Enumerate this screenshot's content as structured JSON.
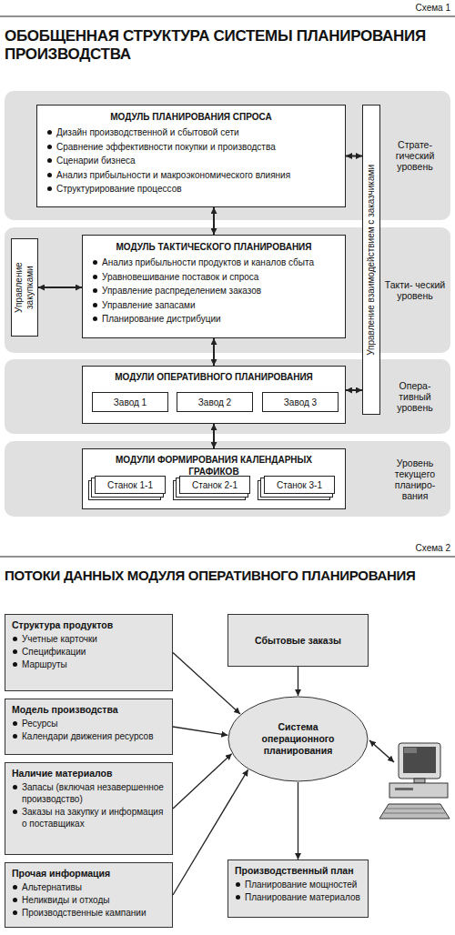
{
  "diagram": {
    "nodes": [
      {
        "text": [
          "Страте- гический уровень"
        ]
      },
      {
        "text": [
          "МОДУЛЬ ПЛАНИРОВАНИЯ СПРОСА",
          "Дизайн производственной и сбытовой сети",
          "Сравнение эффективности покупки и производства",
          "Сценарии бизнеса",
          "Анализ прибыльности и макроэкономического влияния",
          "Структурирование процессов"
        ],
        "in": 0
      },
      {
        "text": [
          "Управление взаимодействием с заказчиками"
        ]
      },
      {
        "text": [
          "Такти- ческий уровень"
        ]
      },
      {
        "text": [
          "Управление закупками"
        ],
        "in": 3
      },
      {
        "text": [
          "МОДУЛЬ ТАКТИЧЕСКОГО ПЛАНИРОВАНИЯ",
          "Анализ прибыльности продуктов и каналов сбыта",
          "Уравновешивание поставок и спроса",
          "Управление распределением заказов",
          "Управление запасами",
          "Планирование дистрибуции"
        ],
        "in": 3
      },
      {
        "text": [
          "Опера- тивный уровень"
        ]
      },
      {
        "text": [
          "МОДУЛИ ОПЕРАТИВНОГО ПЛАНИРОВАНИЯ"
        ],
        "in": 6
      },
      {
        "text": [
          "Завод 1"
        ],
        "in": 7
      },
      {
        "text": [
          "Завод 2"
        ],
        "in": 7
      },
      {
        "text": [
          "Завод 3"
        ],
        "in": 7
      },
      {
        "text": [
          "Уровень текущего планиро- вания"
        ]
      },
      {
        "text": [
          "МОДУЛИ ФОРМИРОВАНИЯ КАЛЕНДАРНЫХ ГРАФИКОВ"
        ],
        "in": 11
      },
      {
        "text": [
          "Станок 1-1"
        ],
        "in": 12
      },
      {
        "text": [
          "Станок 2-1"
        ],
        "in": 12
      },
      {
        "text": [
          "Станок 3-1"
        ],
        "in": 12
      },
      {
        "text": [
          "Структура продуктов",
          "Учетные карточки",
          "Спецификации",
          "Маршруты"
        ]
      },
      {
        "text": [
          "Модель производства",
          "Ресурсы",
          "Календари движения ресурсов"
        ]
      },
      {
        "text": [
          "Наличие материалов",
          "Запасы (включая незавершенное производство)",
          "Заказы на закупку и информация о поставщиках"
        ]
      },
      {
        "text": [
          "Прочая информация",
          "Альтернативы",
          "Неликвиды и отходы",
          "Производственные кампании"
        ]
      },
      {
        "text": [
          "Сбытовые заказы"
        ]
      },
      {
        "text": [
          "Система операционного планирования"
        ]
      },
      {
        "text": [
          "Производственный план",
          "Планирование мощностей",
          "Планирование материалов"
        ]
      }
    ],
    "edges": [
      {
        "from": 1,
        "to": 2,
        "arrow": "both"
      },
      {
        "from": 1,
        "to": 5,
        "arrow": "both"
      },
      {
        "from": 4,
        "to": 5,
        "arrow": "both"
      },
      {
        "from": 5,
        "to": 7,
        "arrow": "both"
      },
      {
        "from": 7,
        "to": 2,
        "arrow": "both"
      },
      {
        "from": 7,
        "to": 12,
        "arrow": "both"
      },
      {
        "from": 16,
        "to": 21,
        "arrow": "to"
      },
      {
        "from": 17,
        "to": 21,
        "arrow": "to"
      },
      {
        "from": 18,
        "to": 21,
        "arrow": "to"
      },
      {
        "from": 19,
        "to": 21,
        "arrow": "to"
      },
      {
        "from": 20,
        "to": 21,
        "arrow": "to"
      },
      {
        "from": 21,
        "to": 22,
        "arrow": "to"
      }
    ],
    "labels": [
      "Схема 1",
      "ОБОБЩЕННАЯ СТРУКТУРА СИСТЕМЫ ПЛАНИРОВАНИЯ ПРОИЗВОДСТВА",
      "Схема 2",
      "ПОТОКИ ДАННЫХ МОДУЛЯ ОПЕРАТИВНОГО ПЛАНИРОВАНИЯ"
    ]
  }
}
